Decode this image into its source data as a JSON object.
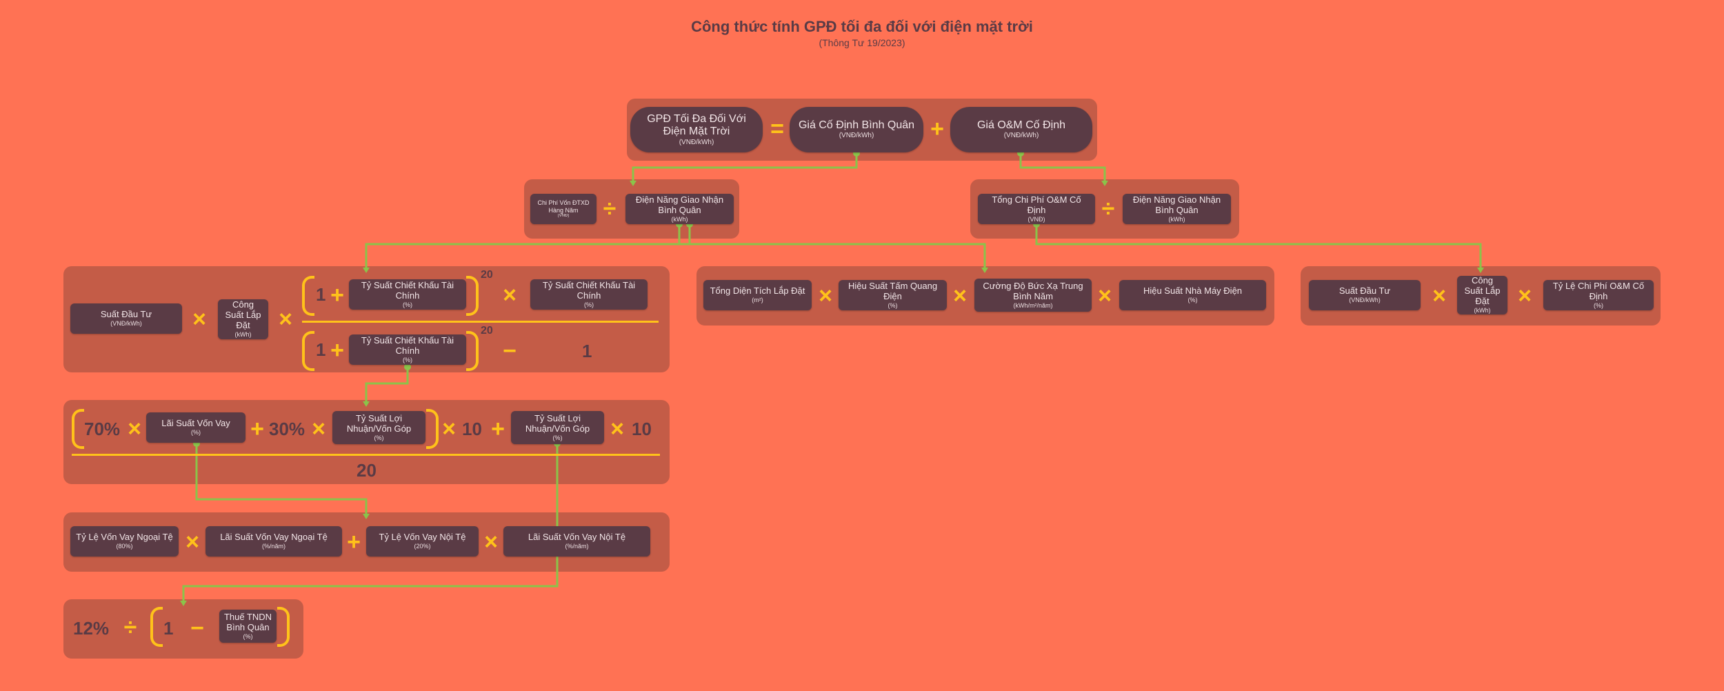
{
  "title": "Công thức tính GPĐ tối đa đối với điện mặt trời",
  "subtitle": "(Thông Tư 19/2023)",
  "top": {
    "gpd": {
      "label": "GPĐ Tối Đa Đối Với Điện Mặt Trời",
      "unit": "(VNĐ/kWh)"
    },
    "fixed_avg": {
      "label": "Giá Cố Định Bình Quân",
      "unit": "(VNĐ/kWh)"
    },
    "om_fixed": {
      "label": "Giá O&M Cố Định",
      "unit": "(VNĐ/kWh)"
    }
  },
  "level2_left": {
    "capex": {
      "label": "Chi Phí Vốn ĐTXD Hàng Năm",
      "unit": "(VNĐ)"
    },
    "energy": {
      "label": "Điện Năng Giao Nhận Bình Quân",
      "unit": "(kWh)"
    }
  },
  "level2_right": {
    "om_total": {
      "label": "Tổng Chi Phí O&M Cố Định",
      "unit": "(VNĐ)"
    },
    "energy": {
      "label": "Điện Năng Giao Nhận Bình Quân",
      "unit": "(kWh)"
    }
  },
  "crf": {
    "invest": {
      "label": "Suất Đầu Tư",
      "unit": "(VNĐ/kWh)"
    },
    "capacity": {
      "label": "Công Suất Lắp Đặt",
      "unit": "(kWh)"
    },
    "discount1": {
      "label": "Tỷ Suất Chiết Khấu Tài Chính",
      "unit": "(%)"
    },
    "discount2": {
      "label": "Tỷ Suất Chiết Khấu Tài Chính",
      "unit": "(%)"
    },
    "discount3": {
      "label": "Tỷ Suất Chiết Khấu Tài Chính",
      "unit": "(%)"
    },
    "one_a": "1",
    "one_b": "1",
    "one_c": "1",
    "exp_top": "20",
    "exp_bottom": "20"
  },
  "energy_calc": {
    "area": {
      "label": "Tổng Diện Tích Lắp Đặt",
      "unit": "(m²)"
    },
    "panel_eff": {
      "label": "Hiệu Suất Tấm Quang Điện",
      "unit": "(%)"
    },
    "irradiance": {
      "label": "Cường Độ Bức Xạ Trung Bình Năm",
      "unit": "(kWh/m²/năm)"
    },
    "plant_eff": {
      "label": "Hiệu Suất Nhà Máy Điện",
      "unit": "(%)"
    }
  },
  "om_calc": {
    "invest": {
      "label": "Suất Đầu Tư",
      "unit": "(VNĐ/kWh)"
    },
    "capacity": {
      "label": "Công Suất Lắp Đặt",
      "unit": "(kWh)"
    },
    "om_ratio": {
      "label": "Tỷ Lệ Chi Phí O&M Cố Định",
      "unit": "(%)"
    }
  },
  "rate_calc": {
    "pct70": "70%",
    "loan_rate": {
      "label": "Lãi Suất Vốn Vay",
      "unit": "(%)"
    },
    "pct30": "30%",
    "roe1": {
      "label": "Tỷ Suất Lợi Nhuận/Vốn Góp",
      "unit": "(%)"
    },
    "ten1": "10",
    "roe2": {
      "label": "Tỷ Suất Lợi Nhuận/Vốn Góp",
      "unit": "(%)"
    },
    "ten2": "10",
    "denominator": "20"
  },
  "loan_calc": {
    "foreign_ratio": {
      "label": "Tỷ Lệ Vốn Vay Ngoại Tệ",
      "unit": "(80%)"
    },
    "foreign_rate": {
      "label": "Lãi Suất Vốn Vay Ngoại Tệ",
      "unit": "(%/năm)"
    },
    "local_ratio": {
      "label": "Tỷ Lệ Vốn Vay Nội Tệ",
      "unit": "(20%)"
    },
    "local_rate": {
      "label": "Lãi Suất Vốn Vay Nội Tệ",
      "unit": "(%/năm)"
    }
  },
  "tax_calc": {
    "pct12": "12%",
    "one": "1",
    "tax": {
      "label": "Thuế TNDN Bình Quân",
      "unit": "(%)"
    }
  },
  "colors": {
    "background": "#FF7254",
    "panel": "#C45C47",
    "box": "#5A3B45",
    "operator": "#FFC21A",
    "connector": "#8BC34A"
  }
}
